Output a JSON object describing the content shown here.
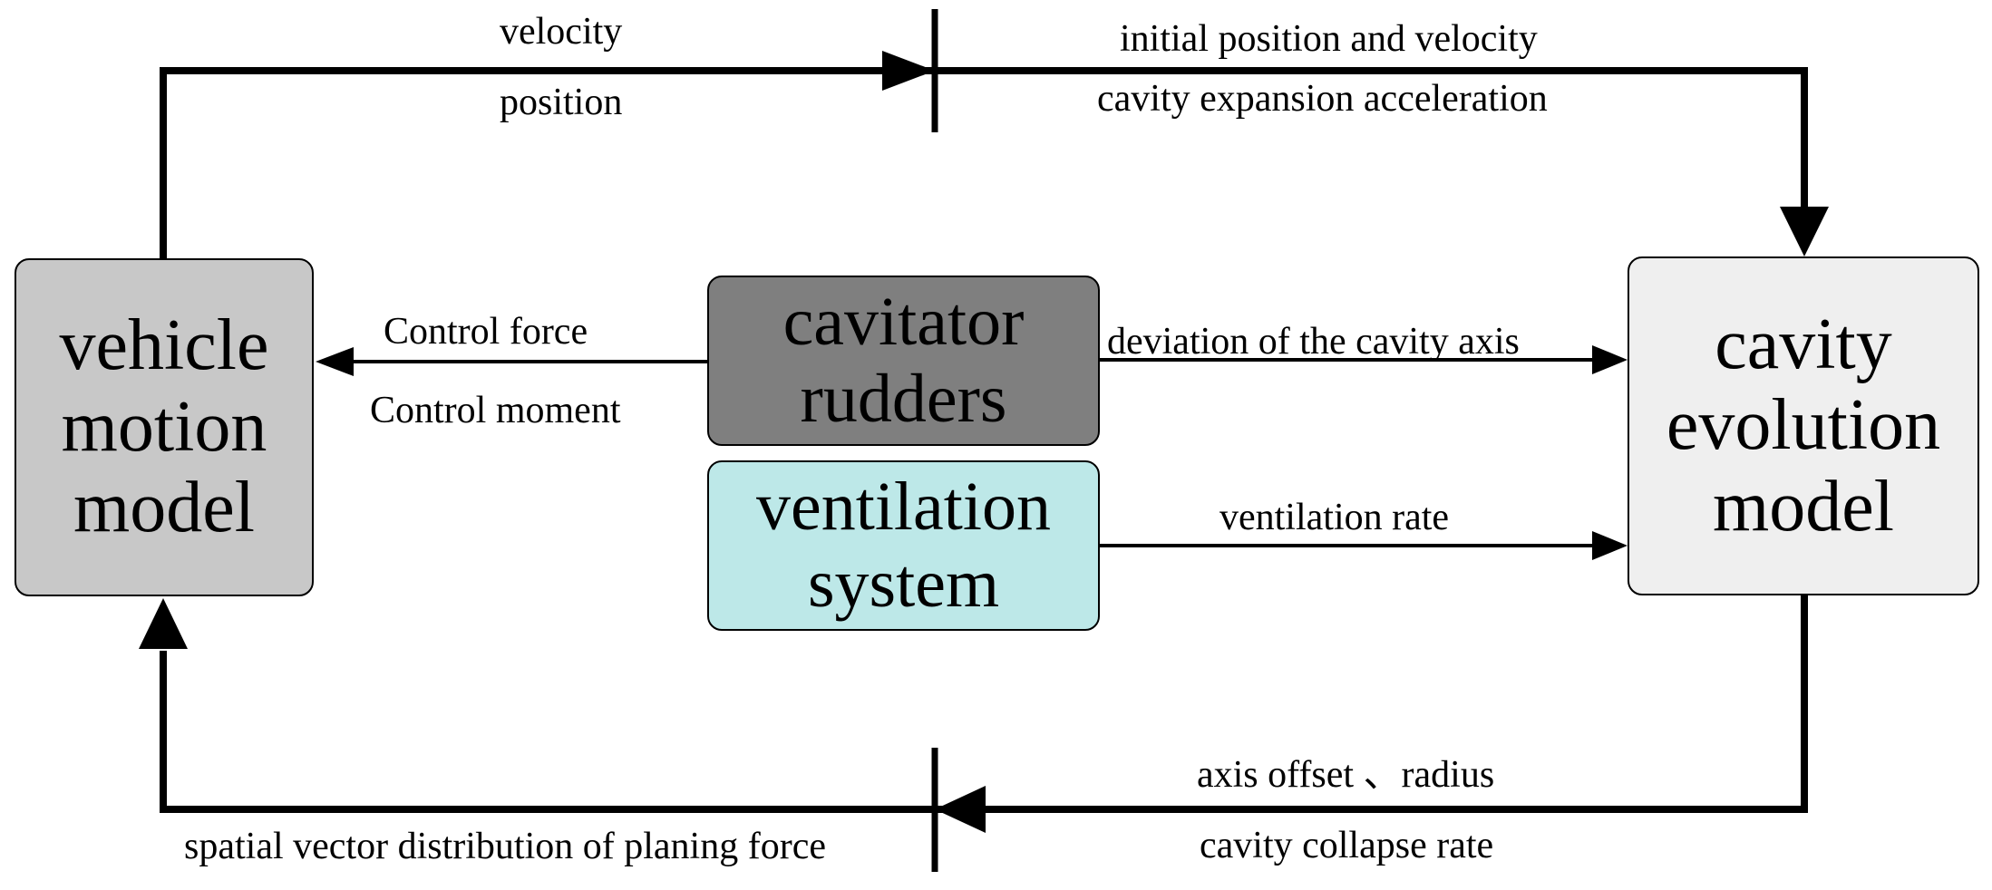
{
  "colors": {
    "vehicle_fill": "#c8c8c8",
    "cavitator_fill": "#7f7f7f",
    "ventilation_fill": "#bde8e8",
    "cavity_fill": "#efefef",
    "line": "#000000"
  },
  "blocks": {
    "vehicle": {
      "line1": "vehicle",
      "line2": "motion",
      "line3": "model"
    },
    "cavitator": {
      "line1": "cavitator",
      "line2": "rudders"
    },
    "ventilation": {
      "line1": "ventilation",
      "line2": "system"
    },
    "cavity": {
      "line1": "cavity",
      "line2": "evolution",
      "line3": "model"
    }
  },
  "labels": {
    "velocity": "velocity",
    "position": "position",
    "initial_position_velocity": "initial position and velocity",
    "cavity_expansion_acceleration": "cavity expansion acceleration",
    "control_force": "Control force",
    "control_moment": "Control moment",
    "deviation_axis": "deviation of the cavity axis",
    "ventilation_rate": "ventilation rate",
    "axis_offset_radius": "axis offset 、radius",
    "cavity_collapse_rate": "cavity collapse rate",
    "spatial_vector": "spatial vector distribution of planing force"
  }
}
